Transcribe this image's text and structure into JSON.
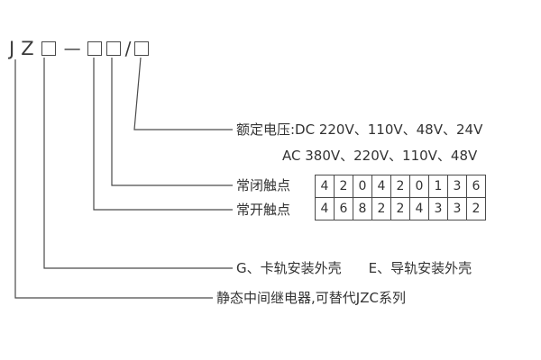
{
  "model_code": {
    "prefix": "JZ",
    "dash": "—",
    "slash": "/"
  },
  "annotations": {
    "rated_voltage_dc": "额定电压:DC 220V、110V、48V、24V",
    "rated_voltage_ac": "AC 380V、220V、110V、48V",
    "nc_contacts": "常闭触点",
    "no_contacts": "常开触点",
    "shell_g": "G、卡轨安装外壳",
    "shell_e": "E、导轨安装外壳",
    "series": "静态中间继电器,可替代JZC系列"
  },
  "contact_table": {
    "nc_row": [
      "4",
      "2",
      "0",
      "4",
      "2",
      "0",
      "1",
      "3",
      "6"
    ],
    "no_row": [
      "4",
      "6",
      "8",
      "2",
      "2",
      "4",
      "3",
      "3",
      "2"
    ]
  },
  "colors": {
    "text": "#333333",
    "line": "#4a4a4a"
  }
}
